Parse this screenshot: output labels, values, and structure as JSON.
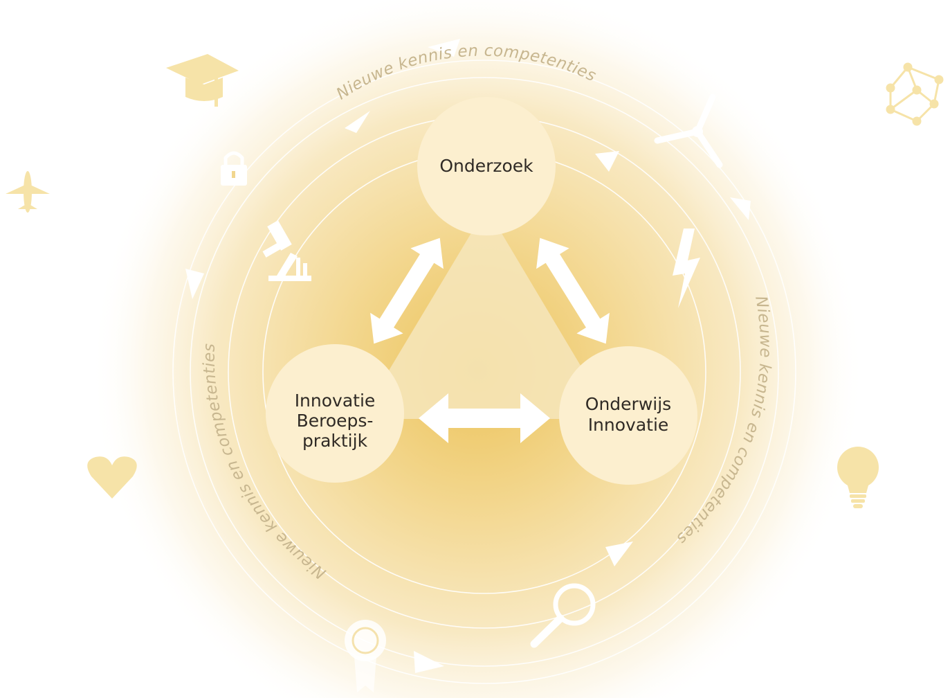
{
  "nodes": {
    "top": {
      "label": "Onderzoek"
    },
    "left": {
      "lines": [
        "Innovatie",
        "Beroeps-",
        "praktijk"
      ]
    },
    "right": {
      "lines": [
        "Onderwijs",
        "Innovatie"
      ]
    }
  },
  "ring_labels": {
    "top": "Nieuwe kennis en competenties",
    "right": "Nieuwe kennis en competenties",
    "left": "Nieuwe kennis en competenties"
  },
  "colors": {
    "glow_center": "#f0cb6a",
    "node_fill": "#fcefcf",
    "triangle_fill": "#f6e6bc",
    "icon_fill": "#f6e3a8",
    "ring_stroke": "#ffffff",
    "ring_text": "#c7b68f"
  },
  "icons": [
    "graduation-cap-icon",
    "airplane-icon",
    "padlock-icon",
    "microscope-icon",
    "heart-icon",
    "award-ribbon-icon",
    "magnifier-icon",
    "lightbulb-icon",
    "lightning-icon",
    "wind-turbine-icon",
    "molecule-icon"
  ]
}
